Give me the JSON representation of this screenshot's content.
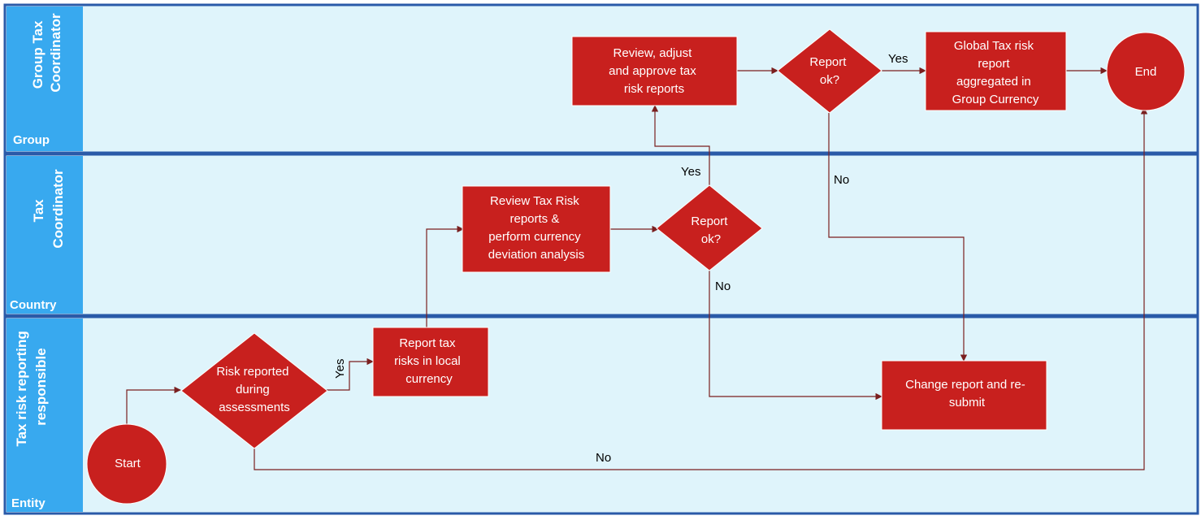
{
  "lanes": [
    {
      "title_lines": [
        "Group Tax",
        "Coordinator"
      ],
      "subtitle": "Group"
    },
    {
      "title_lines": [
        "Tax",
        "Coordinator"
      ],
      "subtitle": "Country"
    },
    {
      "title_lines": [
        "Tax  risk reporting",
        "responsible"
      ],
      "subtitle": "Entity"
    }
  ],
  "nodes": {
    "review_adjust": [
      "Review, adjust",
      "and approve tax",
      "risk reports"
    ],
    "report_ok_group": [
      "Report",
      "ok?"
    ],
    "global_report": [
      "Global Tax risk",
      "report",
      "aggregated in",
      "Group Currency"
    ],
    "end": [
      "End"
    ],
    "review_tax_risk": [
      "Review Tax Risk",
      "reports &",
      "perform currency",
      "deviation analysis"
    ],
    "report_ok_country": [
      "Report",
      "ok?"
    ],
    "start": [
      "Start"
    ],
    "risk_reported": [
      "Risk reported",
      "during",
      "assessments"
    ],
    "report_local": [
      "Report tax",
      "risks in local",
      "currency"
    ],
    "change_report": [
      "Change report and re-",
      "submit"
    ]
  },
  "edge_labels": {
    "group_yes": "Yes",
    "group_no": "No",
    "country_yes": "Yes",
    "country_no": "No",
    "entity_yes": "Yes",
    "entity_no": "No"
  },
  "colors": {
    "shape_fill": "#c8201e",
    "lane_header": "#38a9ef",
    "lane_background": "#dff4fb",
    "border": "#2a5aa8",
    "connector": "#7a1f1f"
  }
}
